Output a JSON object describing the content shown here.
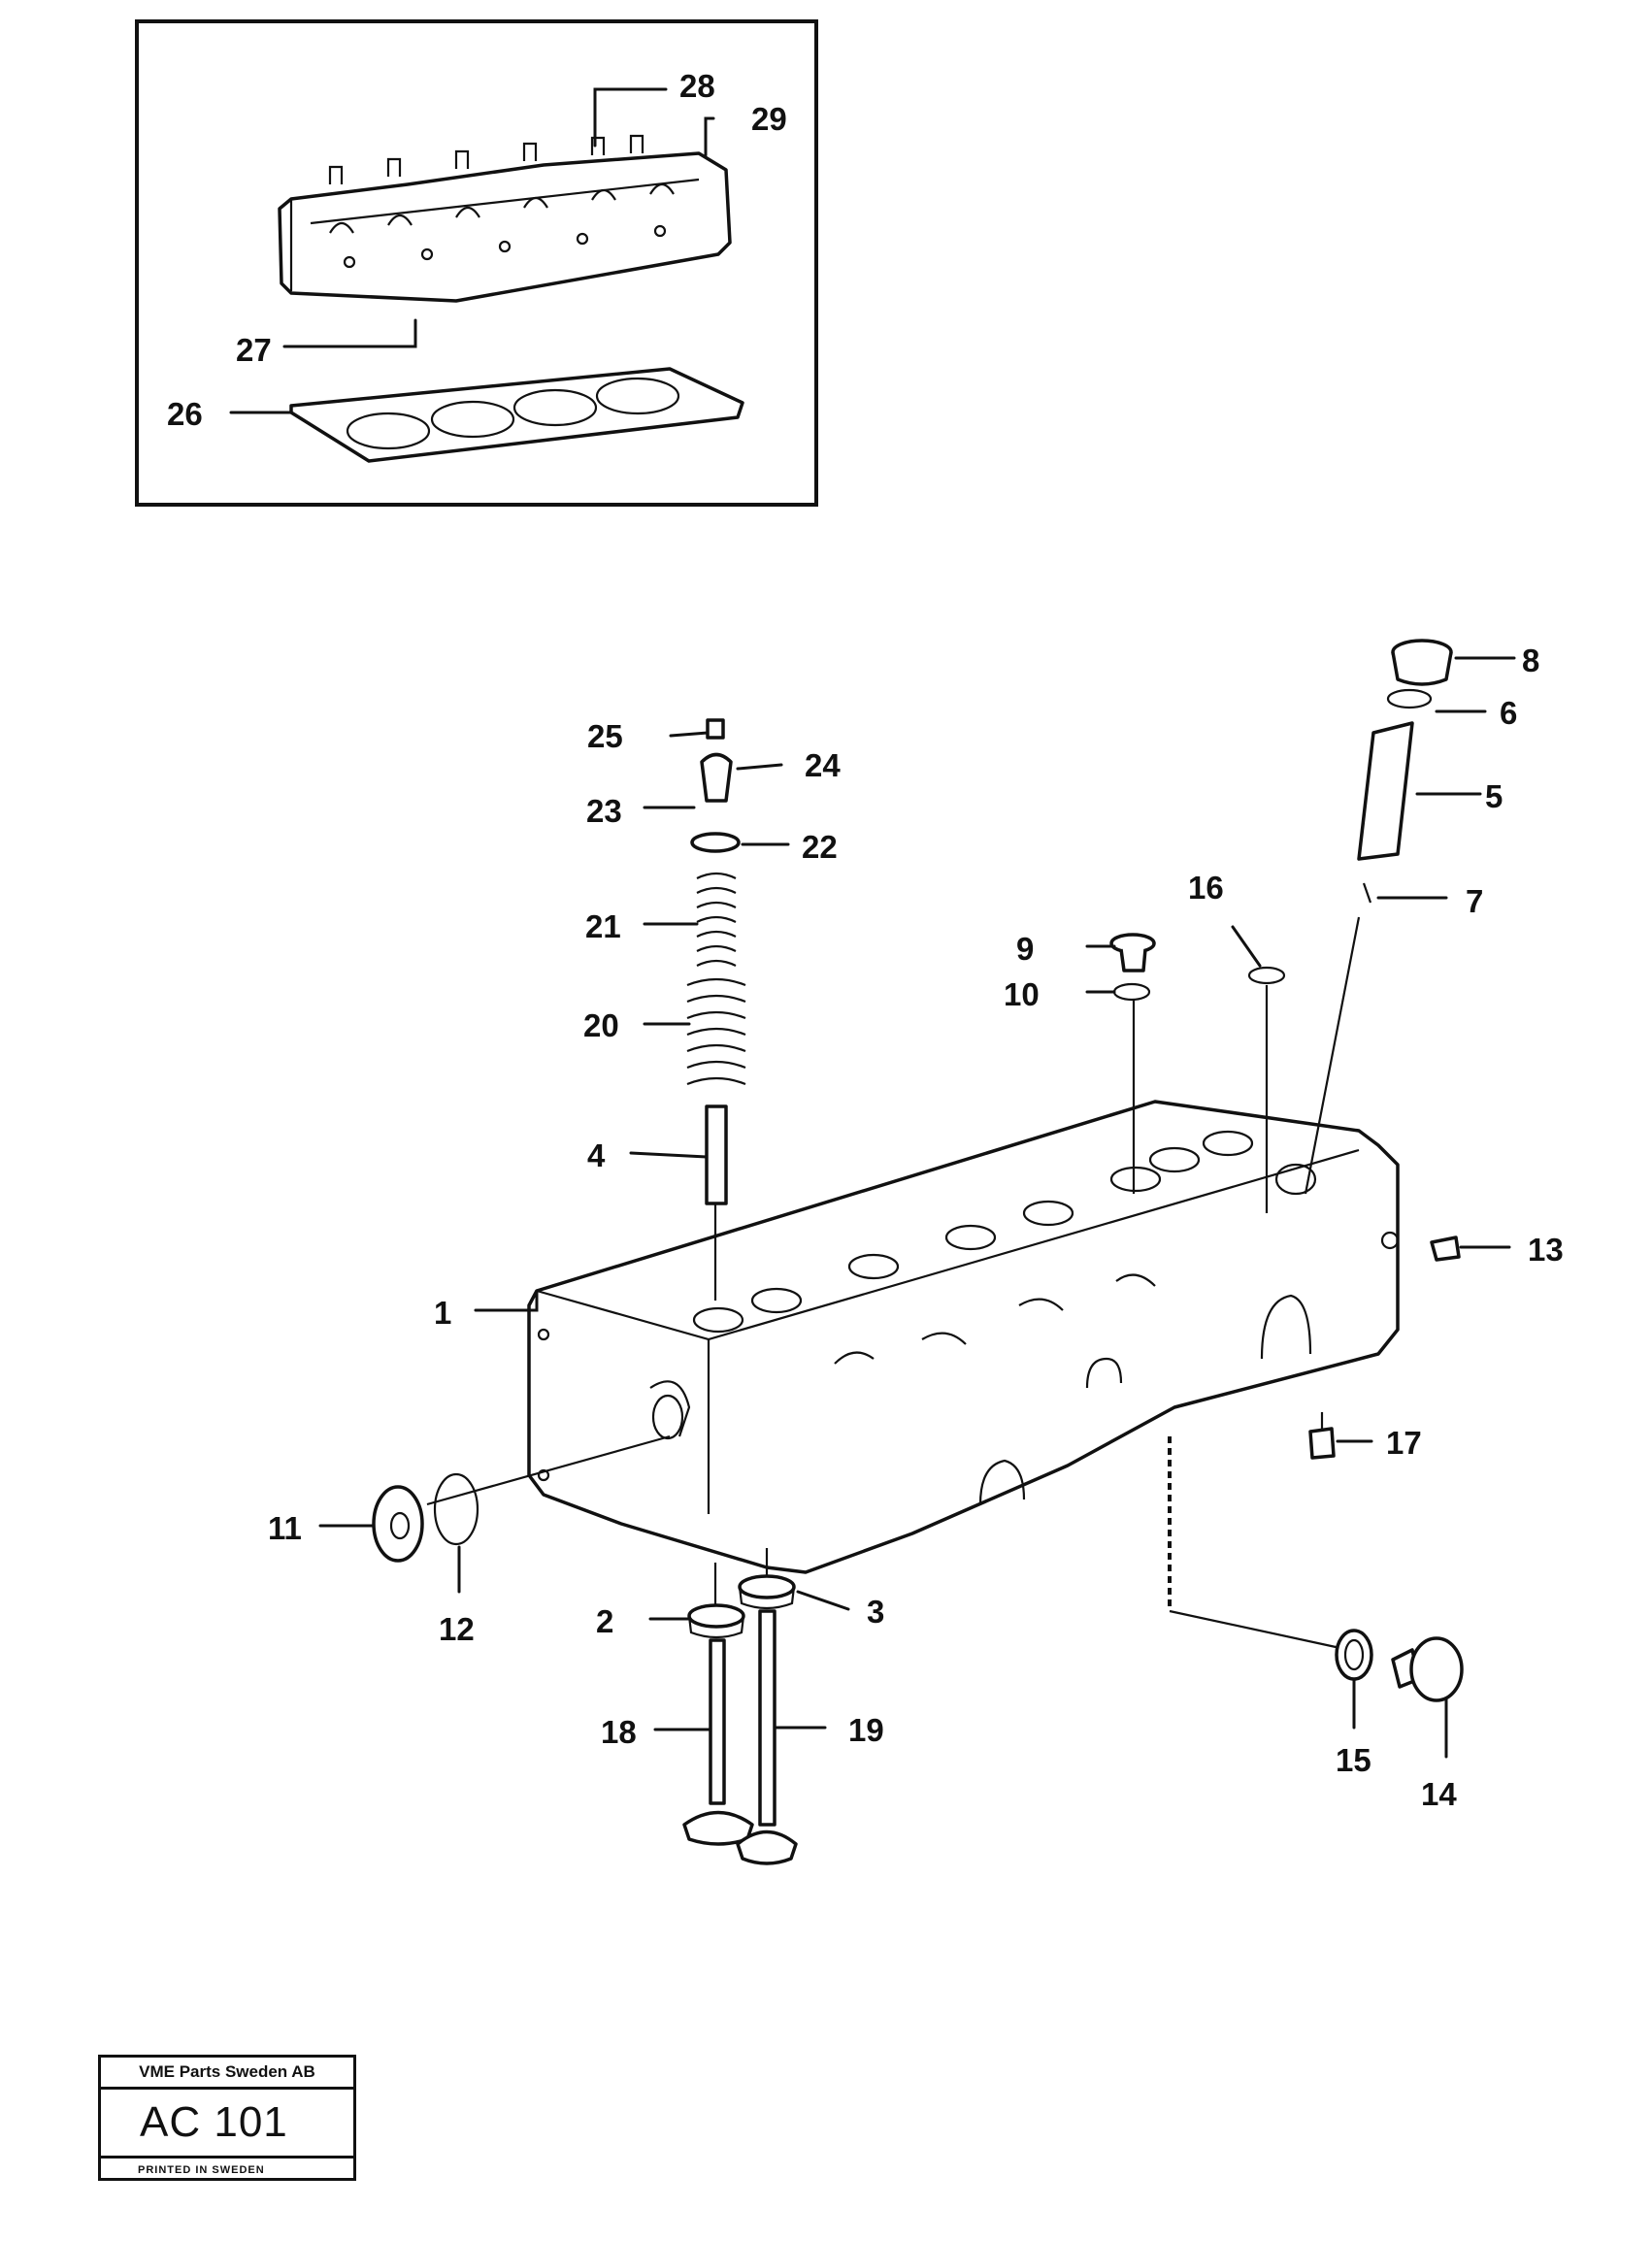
{
  "inset": {
    "callouts": [
      "26",
      "27",
      "28",
      "29"
    ]
  },
  "main": {
    "callouts": [
      "1",
      "2",
      "3",
      "4",
      "5",
      "6",
      "7",
      "8",
      "9",
      "10",
      "11",
      "12",
      "13",
      "14",
      "15",
      "16",
      "17",
      "18",
      "19",
      "20",
      "21",
      "22",
      "23",
      "24",
      "25"
    ]
  },
  "title_block": {
    "company": "VME Parts Sweden AB",
    "code": "AC 101",
    "printed": "PRINTED IN SWEDEN"
  }
}
